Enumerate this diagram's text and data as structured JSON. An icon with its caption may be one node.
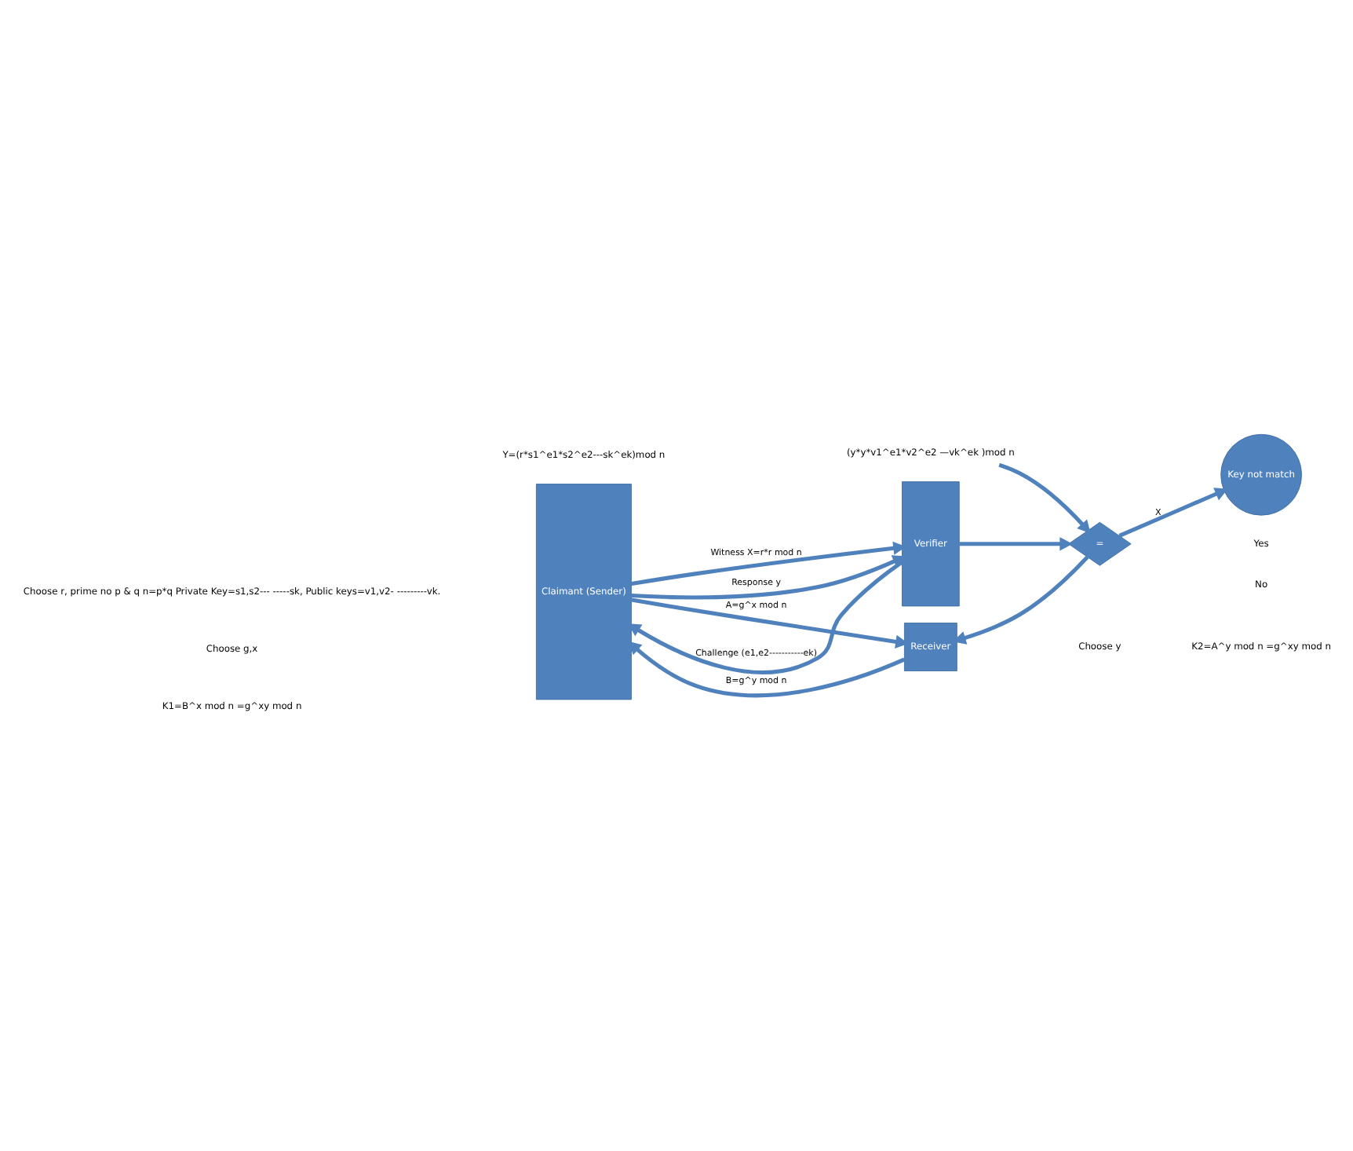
{
  "diagram": {
    "nodes": [
      {
        "text": [
          "Claimant (Sender)"
        ]
      },
      {
        "text": [
          "Verifier"
        ]
      },
      {
        "text": [
          "="
        ]
      },
      {
        "text": [
          "Key not match"
        ]
      },
      {
        "text": [
          "Receiver"
        ]
      },
      {
        "text": [
          "(y*y*v1^e1*v2^e2 —vk^ek )mod n"
        ]
      }
    ],
    "edges": [
      {
        "from": 0,
        "to": 1,
        "arrow": "to",
        "label": "Witness X=r*r mod n"
      },
      {
        "from": 1,
        "to": 0,
        "arrow": "to",
        "label": "Challenge (e1,e2-----------ek)"
      },
      {
        "from": 0,
        "to": 1,
        "arrow": "to",
        "label": "Response y"
      },
      {
        "from": 1,
        "to": 2,
        "arrow": "to"
      },
      {
        "from": 5,
        "to": 2,
        "arrow": "to"
      },
      {
        "from": 2,
        "to": 3,
        "arrow": "to",
        "label": "X"
      },
      {
        "from": 2,
        "to": 4,
        "arrow": "to"
      },
      {
        "from": 0,
        "to": 4,
        "arrow": "to",
        "label": "A=g^x mod n"
      },
      {
        "from": 4,
        "to": 0,
        "arrow": "to",
        "label": "B=g^y mod n"
      }
    ],
    "labels": [
      "Choose r, prime no p & q n=p*q Private Key=s1,s2--- -----sk, Public keys=v1,v2- ---------vk.",
      "Y=(r*s1^e1*s2^e2---sk^ek)mod n",
      "Choose g,x",
      "Yes",
      "No",
      "Choose y",
      "K1=B^x mod n =g^xy mod n",
      "K2=A^y mod n =g^xy mod n"
    ]
  }
}
